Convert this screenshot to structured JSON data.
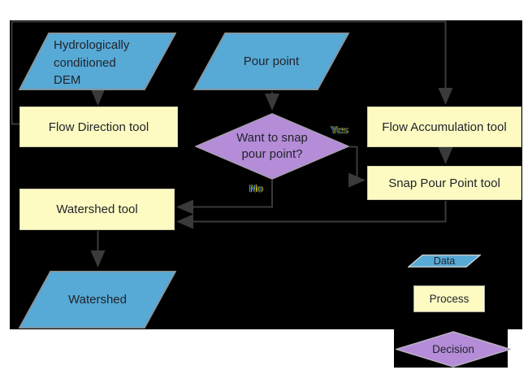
{
  "diagram": {
    "nodes": {
      "dem": {
        "lines": [
          "Hydrologically",
          "conditioned",
          "DEM"
        ]
      },
      "pour_point": {
        "label": "Pour point"
      },
      "flow_direction": {
        "label": "Flow Direction tool"
      },
      "flow_accumulation": {
        "label": "Flow Accumulation tool"
      },
      "decision": {
        "lines": [
          "Want to snap",
          "pour point?"
        ]
      },
      "snap_pour_point": {
        "label": "Snap Pour Point tool"
      },
      "watershed_tool": {
        "label": "Watershed tool"
      },
      "watershed_output": {
        "label": "Watershed"
      }
    },
    "edge_labels": {
      "yes": "Yes",
      "no": "No"
    },
    "legend": {
      "data": "Data",
      "process": "Process",
      "decision": "Decision"
    },
    "colors": {
      "data_fill": "#57a9d6",
      "process_fill": "#fdfbc2",
      "decision_fill": "#b58cd8",
      "connector": "#3a3a3a",
      "canvas_background": "#000000",
      "page_background": "#ffffff"
    }
  }
}
